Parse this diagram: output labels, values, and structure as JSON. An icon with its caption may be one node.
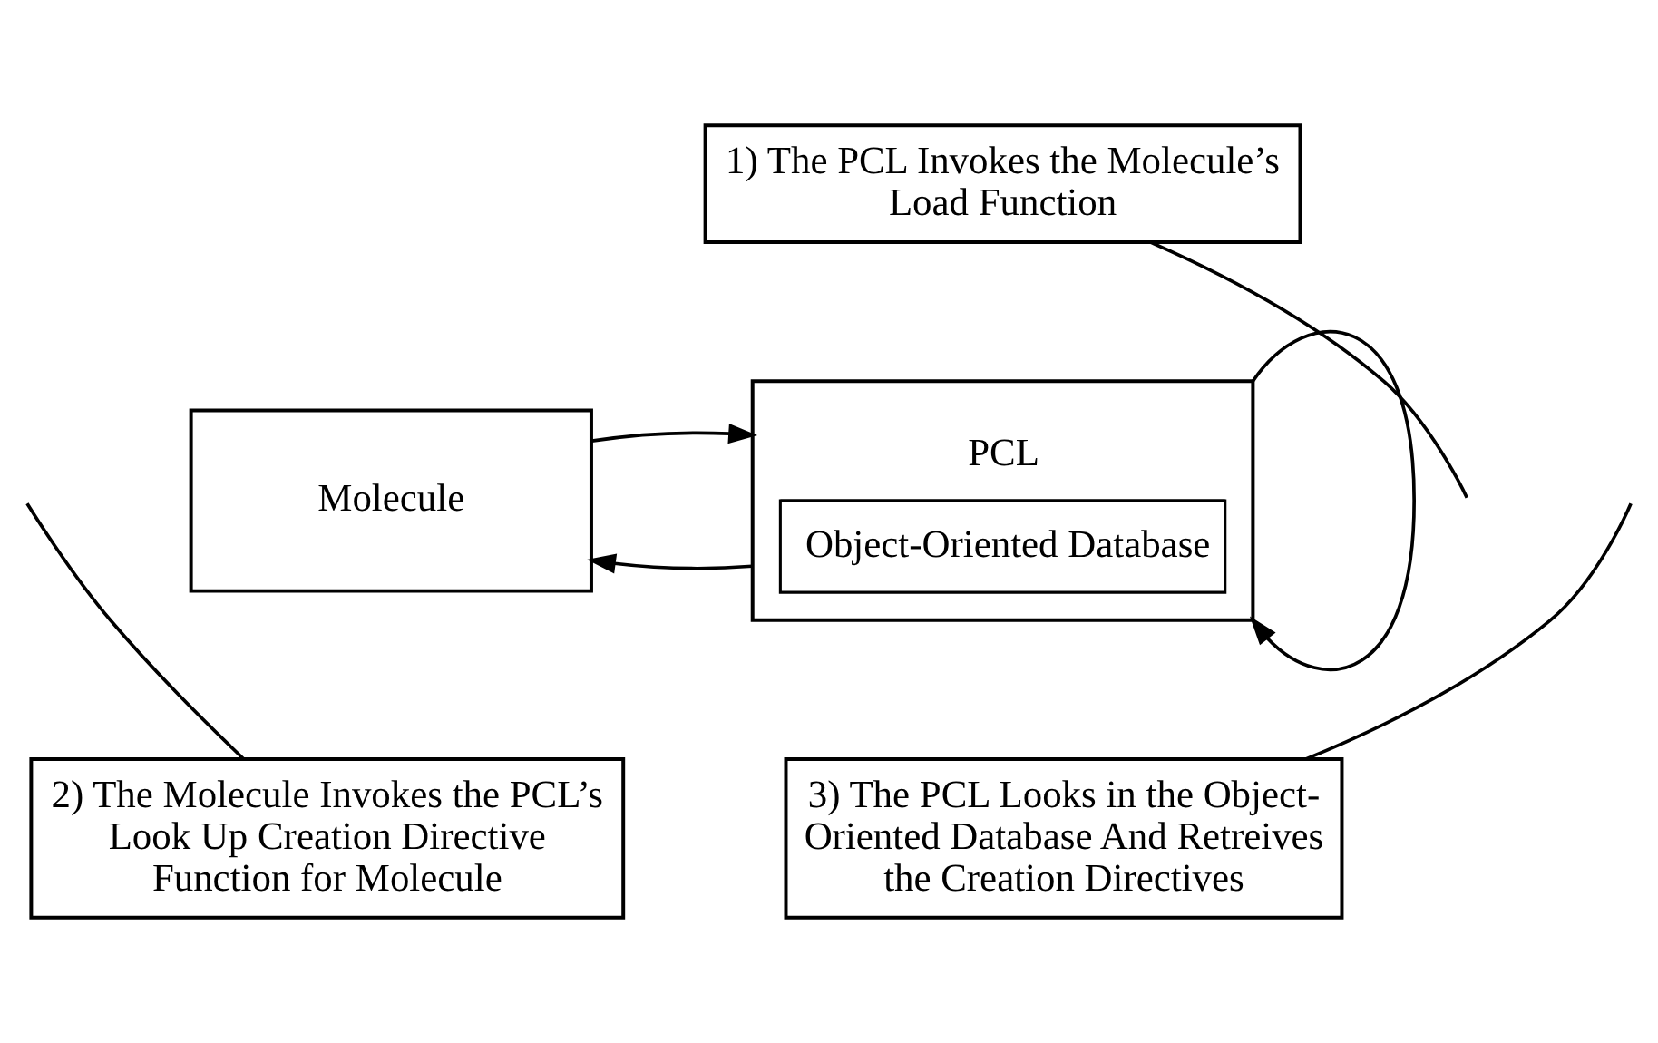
{
  "diagram": {
    "nodes": [
      {
        "text": [
          "1) The PCL Invokes the Molecule’s Load Function"
        ]
      },
      {
        "text": [
          "Molecule"
        ]
      },
      {
        "text": [
          "PCL",
          "Object-Oriented Database"
        ]
      },
      {
        "text": [
          "2) The Molecule Invokes the PCL’s Look Up Creation Directive Function for Molecule"
        ]
      },
      {
        "text": [
          "3) The PCL Looks in the Object-Oriented Database And Retreives the Creation Directives"
        ]
      }
    ],
    "edges": [
      {
        "from": 2,
        "to": 1,
        "arrow": "to"
      },
      {
        "from": 1,
        "to": 2,
        "arrow": "to"
      },
      {
        "from": 2,
        "to": 2,
        "arrow": "to"
      },
      {
        "from": 0,
        "to": null,
        "arrow": "none"
      },
      {
        "from": 3,
        "to": null,
        "arrow": "none"
      },
      {
        "from": 4,
        "to": null,
        "arrow": "none"
      }
    ]
  }
}
